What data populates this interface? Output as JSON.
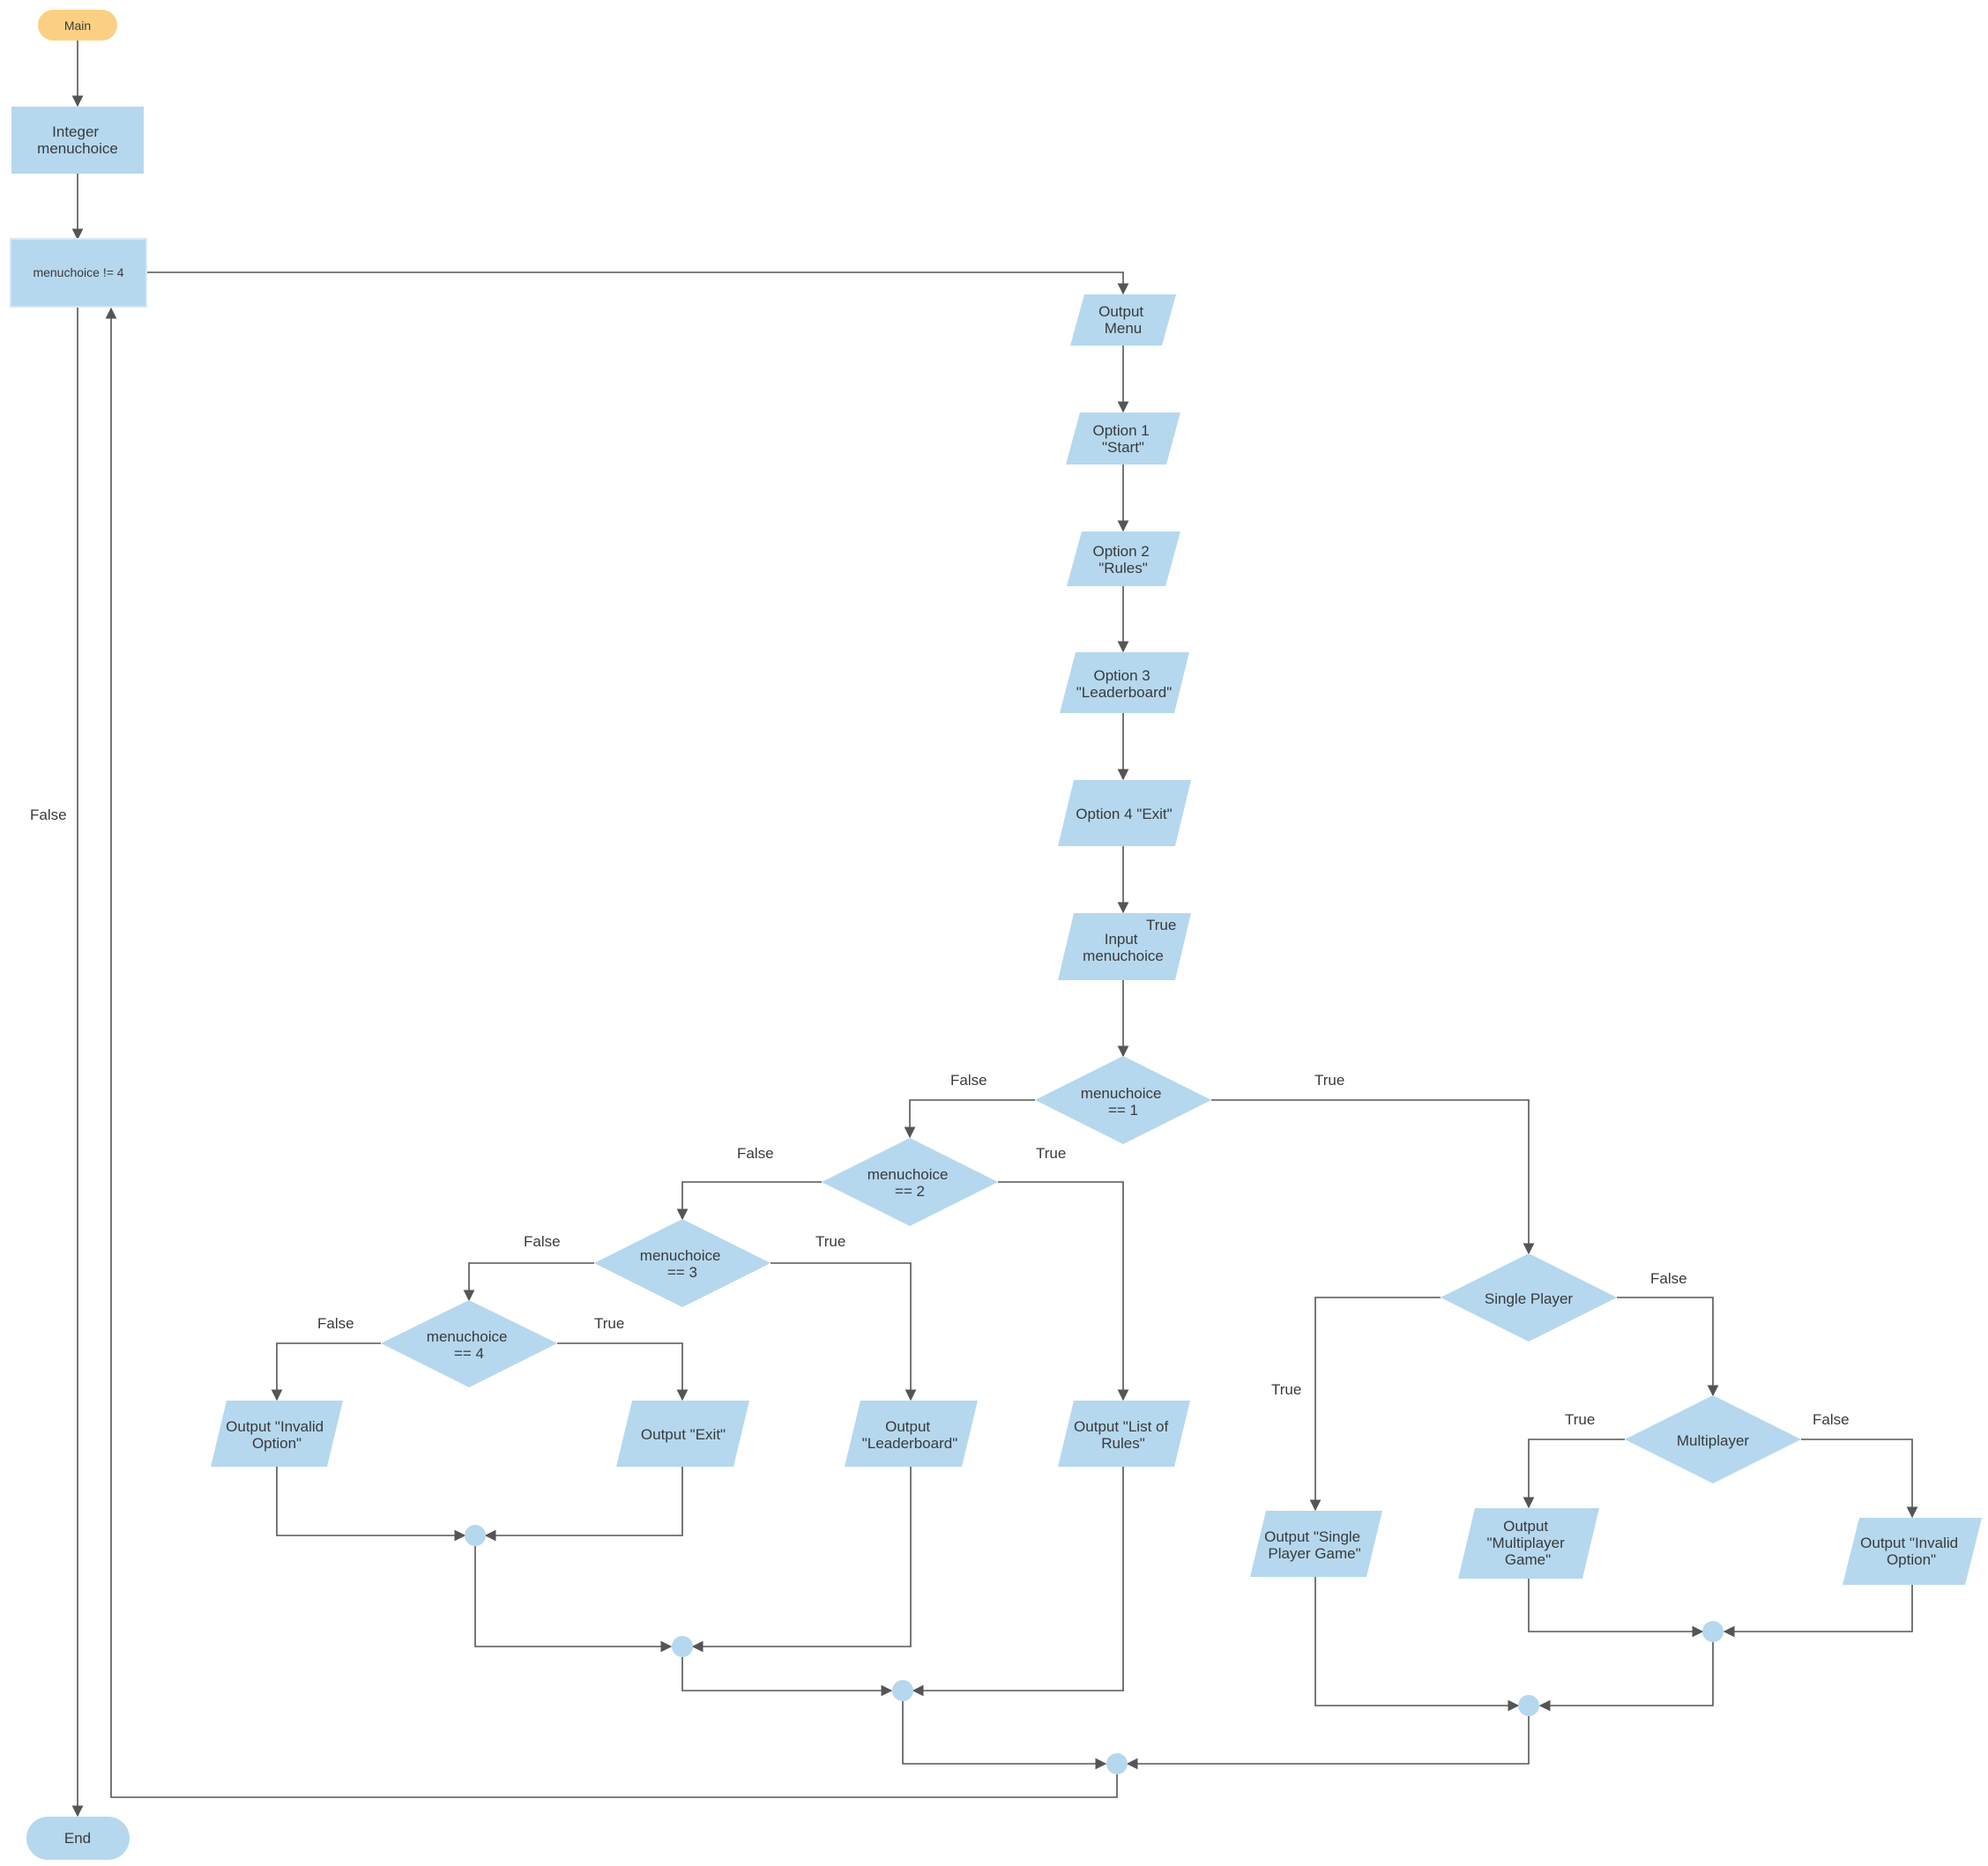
{
  "nodes": {
    "main": "Main",
    "declare": [
      "Integer",
      "menuchoice"
    ],
    "loop": "menuchoice != 4",
    "output_menu": [
      "Output",
      "Menu"
    ],
    "option1": [
      "Option 1",
      "\"Start\""
    ],
    "option2": [
      "Option 2",
      "\"Rules\""
    ],
    "option3": [
      "Option 3",
      "\"Leaderboard\""
    ],
    "option4": "Option 4 \"Exit\"",
    "input": [
      "Input",
      "menuchoice"
    ],
    "dec1": [
      "menuchoice",
      "== 1"
    ],
    "dec2": [
      "menuchoice",
      "== 2"
    ],
    "dec3": [
      "menuchoice",
      "== 3"
    ],
    "dec4": [
      "menuchoice",
      "== 4"
    ],
    "out_invalid_left": [
      "Output \"Invalid",
      "Option\""
    ],
    "out_exit": "Output \"Exit\"",
    "out_leaderboard": [
      "Output",
      "\"Leaderboard\""
    ],
    "out_rules": [
      "Output \"List of",
      "Rules\""
    ],
    "single_player": "Single Player",
    "multiplayer": "Multiplayer",
    "out_single": [
      "Output \"Single",
      "Player Game\""
    ],
    "out_multi": [
      "Output",
      "\"Multiplayer",
      "Game\""
    ],
    "out_invalid_right": [
      "Output \"Invalid",
      "Option\""
    ],
    "end": "End"
  },
  "edge_labels": {
    "loop_false": "False",
    "loop_true": "True",
    "dec1_false": "False",
    "dec1_true": "True",
    "dec2_false": "False",
    "dec2_true": "True",
    "dec3_false": "False",
    "dec3_true": "True",
    "dec4_false": "False",
    "dec4_true": "True",
    "single_false": "False",
    "single_true": "True",
    "multi_true": "True",
    "multi_false": "False"
  }
}
